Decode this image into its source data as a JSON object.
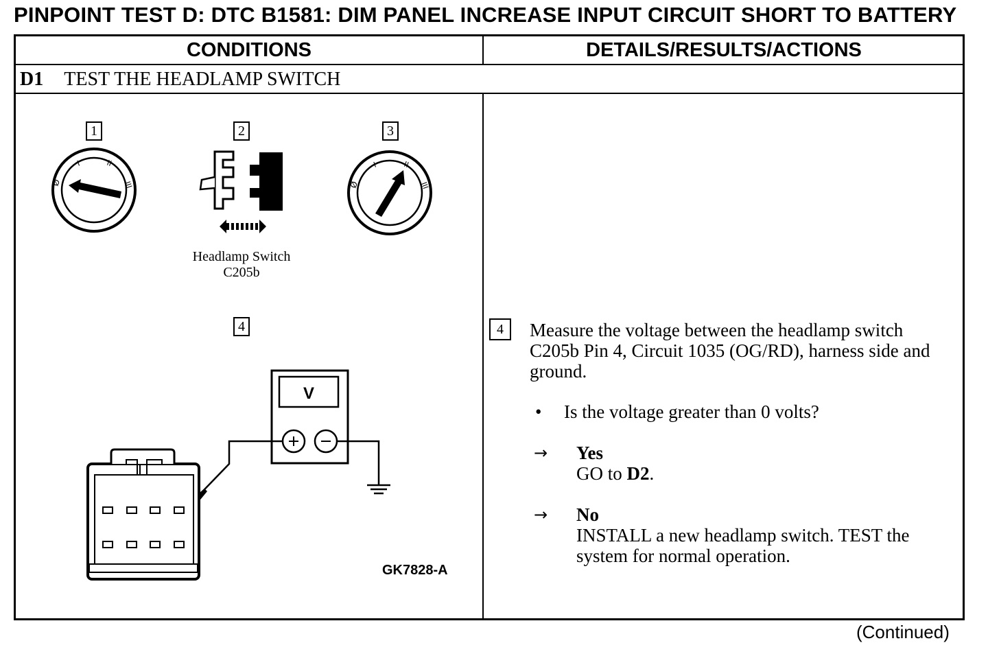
{
  "title": "PINPOINT TEST D:  DTC B1581: DIM PANEL INCREASE INPUT CIRCUIT SHORT TO BATTERY",
  "columns": {
    "conditions": "CONDITIONS",
    "details": "DETAILS/RESULTS/ACTIONS"
  },
  "step": {
    "id": "D1",
    "title": "TEST THE HEADLAMP SWITCH"
  },
  "figure": {
    "callouts": [
      "1",
      "2",
      "3",
      "4"
    ],
    "connector_caption": [
      "Headlamp Switch",
      "C205b"
    ],
    "meter_label": "V",
    "figure_id": "GK7828-A"
  },
  "details": {
    "callout": "4",
    "instruction": "Measure the voltage between the headlamp switch C205b Pin 4, Circuit 1035 (OG/RD), harness side and ground.",
    "question": "Is the voltage greater than 0 volts?",
    "results": [
      {
        "label": "Yes",
        "action_prefix": "GO to ",
        "action_bold": "D2",
        "action_suffix": "."
      },
      {
        "label": "No",
        "action_prefix": "INSTALL a new headlamp switch. TEST the system for normal operation.",
        "action_bold": "",
        "action_suffix": ""
      }
    ]
  },
  "footer": {
    "continued": "(Continued)"
  }
}
